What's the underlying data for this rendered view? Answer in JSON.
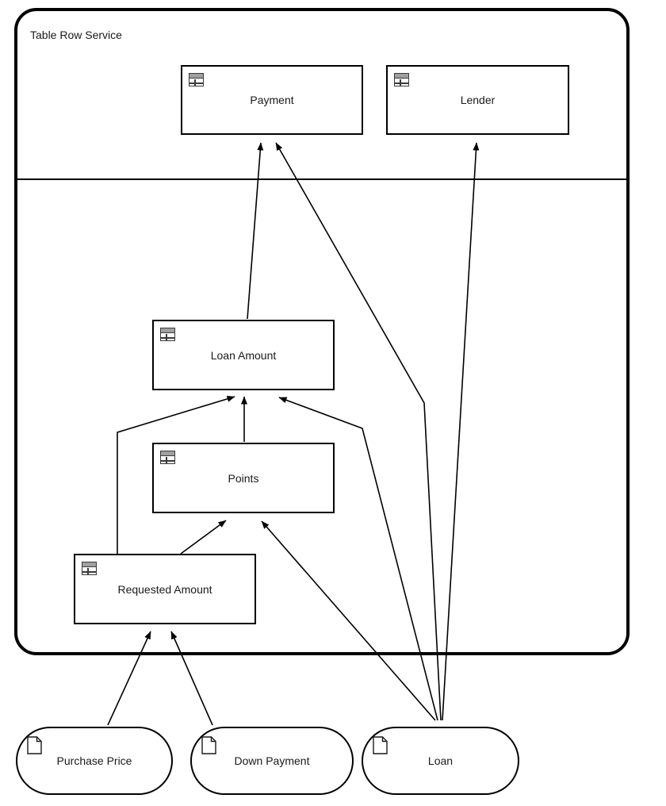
{
  "diagram": {
    "type": "dependency-graph",
    "container": {
      "title": "Table Row Service",
      "shape": "rounded-rectangle",
      "has_divider": true
    },
    "nodes": [
      {
        "id": "payment",
        "label": "Payment",
        "icon": "table-icon",
        "shape": "rectangle",
        "group": "service-top"
      },
      {
        "id": "lender",
        "label": "Lender",
        "icon": "table-icon",
        "shape": "rectangle",
        "group": "service-top"
      },
      {
        "id": "loan_amount",
        "label": "Loan Amount",
        "icon": "table-icon",
        "shape": "rectangle",
        "group": "service-body"
      },
      {
        "id": "points",
        "label": "Points",
        "icon": "table-icon",
        "shape": "rectangle",
        "group": "service-body"
      },
      {
        "id": "requested_amount",
        "label": "Requested Amount",
        "icon": "table-icon",
        "shape": "rectangle",
        "group": "service-body"
      },
      {
        "id": "purchase_price",
        "label": "Purchase Price",
        "icon": "document-icon",
        "shape": "stadium",
        "group": "external"
      },
      {
        "id": "down_payment",
        "label": "Down Payment",
        "icon": "document-icon",
        "shape": "stadium",
        "group": "external"
      },
      {
        "id": "loan",
        "label": "Loan",
        "icon": "document-icon",
        "shape": "stadium",
        "group": "external"
      }
    ],
    "edges": [
      {
        "from": "loan_amount",
        "to": "payment"
      },
      {
        "from": "loan",
        "to": "payment"
      },
      {
        "from": "loan",
        "to": "lender"
      },
      {
        "from": "requested_amount",
        "to": "loan_amount"
      },
      {
        "from": "points",
        "to": "loan_amount"
      },
      {
        "from": "loan",
        "to": "loan_amount"
      },
      {
        "from": "requested_amount",
        "to": "points"
      },
      {
        "from": "loan",
        "to": "points"
      },
      {
        "from": "purchase_price",
        "to": "requested_amount"
      },
      {
        "from": "down_payment",
        "to": "requested_amount"
      }
    ],
    "colors": {
      "stroke": "#000000",
      "text": "#1a1a1a",
      "fill": "#ffffff",
      "icon_header": "#a0a0a0"
    }
  }
}
